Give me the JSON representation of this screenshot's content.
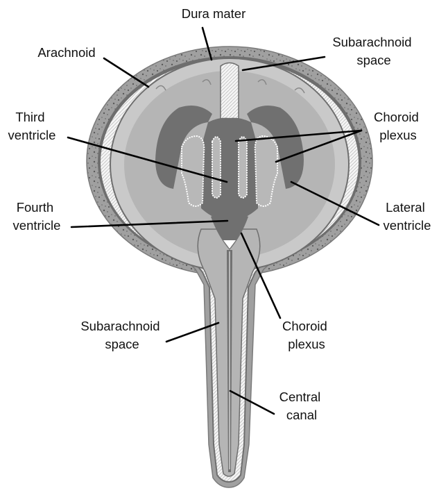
{
  "labels": {
    "dura_mater": "Dura mater",
    "arachnoid": "Arachnoid",
    "subarachnoid_space_top_1": "Subarachnoid",
    "subarachnoid_space_top_2": "space",
    "third_ventricle_1": "Third",
    "third_ventricle_2": "ventricle",
    "choroid_plexus_top_1": "Choroid",
    "choroid_plexus_top_2": "plexus",
    "fourth_ventricle_1": "Fourth",
    "fourth_ventricle_2": "ventricle",
    "lateral_ventricle_1": "Lateral",
    "lateral_ventricle_2": "ventricle",
    "subarachnoid_space_bottom_1": "Subarachnoid",
    "subarachnoid_space_bottom_2": "space",
    "choroid_plexus_bottom_1": "Choroid",
    "choroid_plexus_bottom_2": "plexus",
    "central_canal_1": "Central",
    "central_canal_2": "canal"
  },
  "colors": {
    "dura": "#9a9a9a",
    "dura_speckle": "#5a5a5a",
    "subarachnoid": "#f2f2f2",
    "trabeculae": "#9c9c9c",
    "pia": "#6e6e6e",
    "brain": "#b8b8b8",
    "cortex": "#c9c9c9",
    "ventricle": "#6f6f6f",
    "plexus": "#ffffff",
    "leader": "#000000"
  }
}
